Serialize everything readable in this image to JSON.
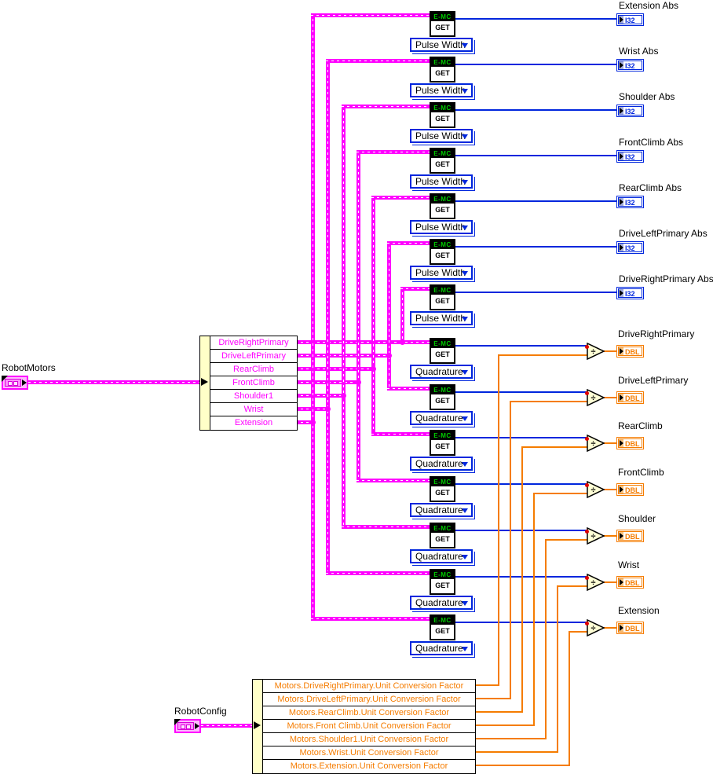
{
  "sources": [
    {
      "label": "RobotMotors"
    },
    {
      "label": "RobotConfig"
    }
  ],
  "motors_unbundle": [
    "DriveRightPrimary",
    "DriveLeftPrimary",
    "RearClimb",
    "FrontClimb",
    "Shoulder1",
    "Wrist",
    "Extension"
  ],
  "config_unbundle": [
    "Motors.DriveRightPrimary.Unit Conversion Factor",
    "Motors.DriveLeftPrimary.Unit Conversion Factor",
    "Motors.RearClimb.Unit Conversion Factor",
    "Motors.Front Climb.Unit Conversion Factor",
    "Motors.Shoulder1.Unit Conversion Factor",
    "Motors.Wrist.Unit Conversion Factor",
    "Motors.Extension.Unit Conversion Factor"
  ],
  "get_node": {
    "header": "E-MC",
    "body": "GET"
  },
  "dropdowns": {
    "pulse": "Pulse Width",
    "quadrature": "Quadrature"
  },
  "abs_indicators": [
    "Extension Abs",
    "Wrist Abs",
    "Shoulder Abs",
    "FrontClimb Abs",
    "RearClimb Abs",
    "DriveLeftPrimary Abs",
    "DriveRightPrimary Abs"
  ],
  "scaled_indicators": [
    "DriveRightPrimary",
    "DriveLeftPrimary",
    "RearClimb",
    "FrontClimb",
    "Shoulder",
    "Wrist",
    "Extension"
  ],
  "terminals": {
    "int": "I32",
    "dbl": "DBL"
  },
  "divide_symbol": "÷",
  "colors": {
    "cluster_wire": "#FF00FF",
    "integer_wire": "#0026DD",
    "double_wire": "#F57C00",
    "node_fill": "#FFFFC8",
    "emc_green": "#00CC00",
    "coercion_dot": "#E00000"
  }
}
